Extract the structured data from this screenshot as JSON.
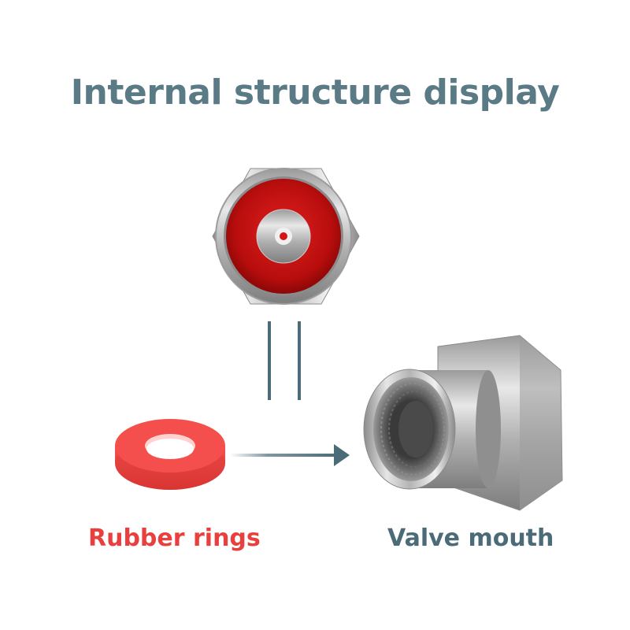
{
  "title": "Internal structure display",
  "labels": {
    "rubber_rings": "Rubber rings",
    "valve_mouth": "Valve mouth"
  },
  "colors": {
    "title": "#5a7b86",
    "rubber_label": "#e8403f",
    "valve_label": "#4c6b78",
    "rubber": "#f04a48",
    "inner_red": "#c81414",
    "arrow": "#4c6b78"
  },
  "icons": [
    "valve-front-view-icon",
    "parallel-lines-icon",
    "rubber-ring-icon",
    "right-arrow-icon",
    "valve-mouth-fitting-icon"
  ]
}
